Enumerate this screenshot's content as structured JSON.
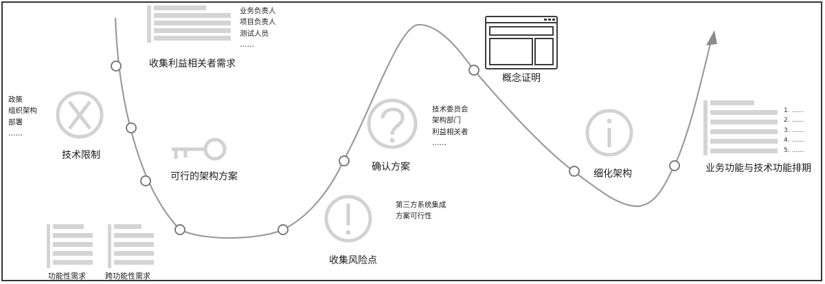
{
  "stakeholders": {
    "items": [
      "业务负责人",
      "项目负责人",
      "测试人员",
      "……"
    ],
    "caption": "收集利益相关者需求"
  },
  "constraints": {
    "items": [
      "政策",
      "组织架构",
      "部署",
      "……"
    ],
    "caption": "技术限制"
  },
  "feasible": {
    "caption": "可行的架构方案"
  },
  "functional": {
    "caption": "功能性需求"
  },
  "cross": {
    "caption": "跨功能性需求"
  },
  "risks": {
    "caption": "收集风险点",
    "items": [
      "第三方系统集成",
      "方案可行性"
    ]
  },
  "confirm": {
    "caption": "确认方案",
    "items": [
      "技术委员会",
      "架构部门",
      "利益相关者",
      "……"
    ]
  },
  "poc": {
    "caption": "概念证明"
  },
  "refine": {
    "caption": "细化架构"
  },
  "schedule": {
    "caption": "业务功能与技术功能排期",
    "items": [
      "1. ……",
      "2. ……",
      "3. ……",
      "4. ……",
      "5. ……"
    ]
  },
  "icons": {
    "x": "x-circle-icon",
    "key": "key-icon",
    "question": "question-circle-icon",
    "exclamation": "exclamation-circle-icon",
    "info": "info-circle-icon",
    "window": "browser-window-icon",
    "doc": "document-lines-icon"
  },
  "colors": {
    "curve": "#9a9a9a",
    "icon": "#d2d2d2",
    "node": "#7a7a7a"
  }
}
